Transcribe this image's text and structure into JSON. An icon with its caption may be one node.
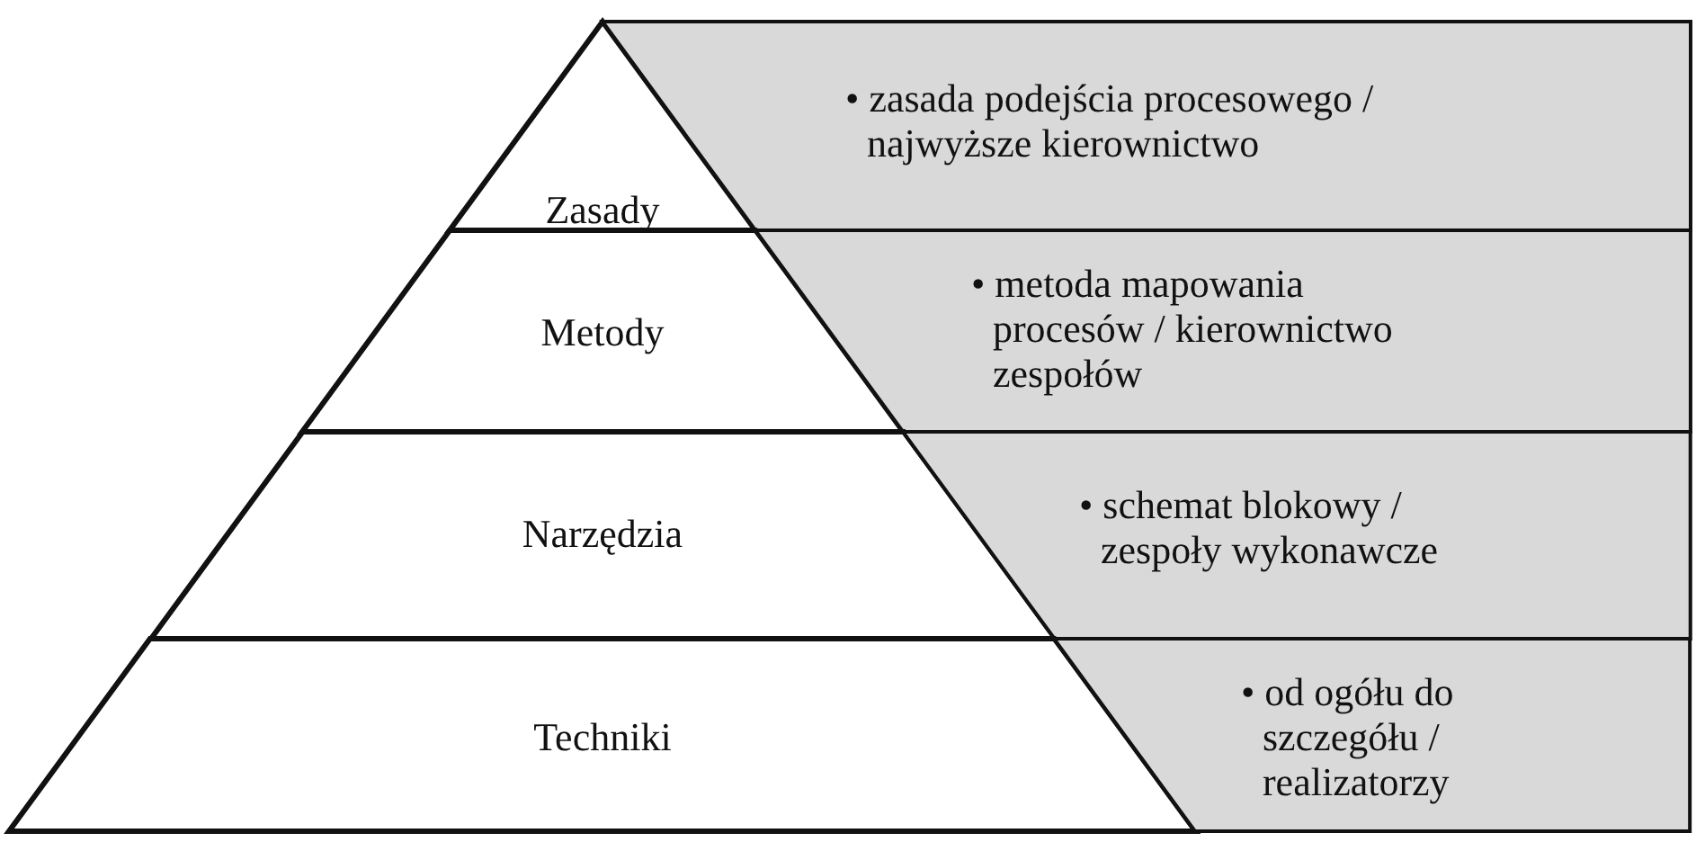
{
  "diagram": {
    "nodes": [
      {
        "text": [
          "Zasady"
        ]
      },
      {
        "text": [
          "• zasada podejścia procesowego / najwyższe kierownictwo"
        ]
      },
      {
        "text": [
          "Metody"
        ]
      },
      {
        "text": [
          "• metoda mapowania procesów / kierownictwo zespołów"
        ]
      },
      {
        "text": [
          "Narzędzia"
        ]
      },
      {
        "text": [
          "• schemat blokowy / zespoły wykonawcze"
        ]
      },
      {
        "text": [
          "Techniki"
        ]
      },
      {
        "text": [
          "• od ogółu do szczegółu / realizatorzy"
        ]
      }
    ]
  }
}
